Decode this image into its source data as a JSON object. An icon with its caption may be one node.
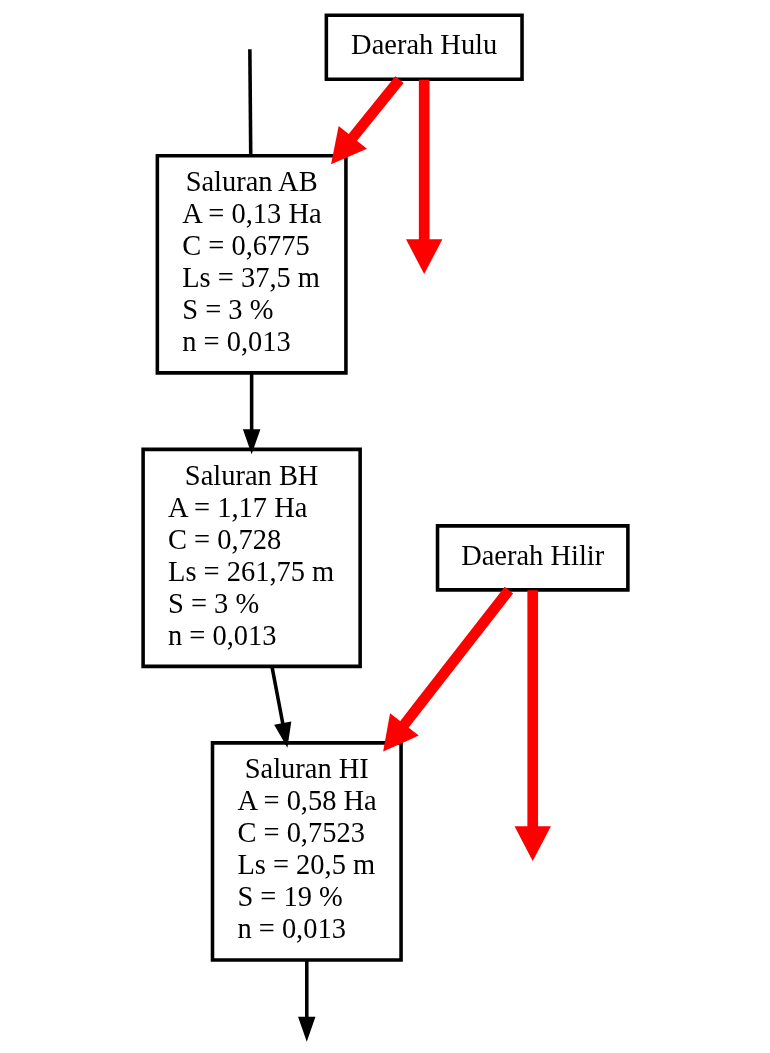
{
  "diagram": {
    "nodes": [
      {
        "text": [
          "Daerah Hulu"
        ]
      },
      {
        "text": [
          "Saluran AB",
          "A = 0,13 Ha",
          "C = 0,6775",
          "Ls = 37,5 m",
          "S = 3 %",
          "n = 0,013"
        ]
      },
      {
        "text": [
          "Saluran BH",
          "A = 1,17 Ha",
          "C = 0,728",
          "Ls = 261,75 m",
          "S = 3 %",
          "n = 0,013"
        ]
      },
      {
        "text": [
          "Daerah Hilir"
        ]
      },
      {
        "text": [
          "Saluran HI",
          "A = 0,58 Ha",
          "C = 0,7523",
          "Ls = 20,5 m",
          "S = 19 %",
          "n = 0,013"
        ]
      }
    ],
    "edges": [
      {
        "from": 0,
        "to": null,
        "arrow": "to",
        "style": "thick",
        "color": "#ff0000"
      },
      {
        "from": 0,
        "to": 1,
        "arrow": "to",
        "style": "thick",
        "color": "#ff0000"
      },
      {
        "from": null,
        "to": 1,
        "arrow": "none",
        "color": "#000000"
      },
      {
        "from": 1,
        "to": 2,
        "arrow": "to",
        "color": "#000000"
      },
      {
        "from": 2,
        "to": 4,
        "arrow": "to",
        "color": "#000000"
      },
      {
        "from": 3,
        "to": null,
        "arrow": "to",
        "style": "thick",
        "color": "#ff0000"
      },
      {
        "from": 3,
        "to": 4,
        "arrow": "to",
        "style": "thick",
        "color": "#ff0000"
      },
      {
        "from": 4,
        "to": null,
        "arrow": "to",
        "color": "#000000"
      }
    ]
  }
}
